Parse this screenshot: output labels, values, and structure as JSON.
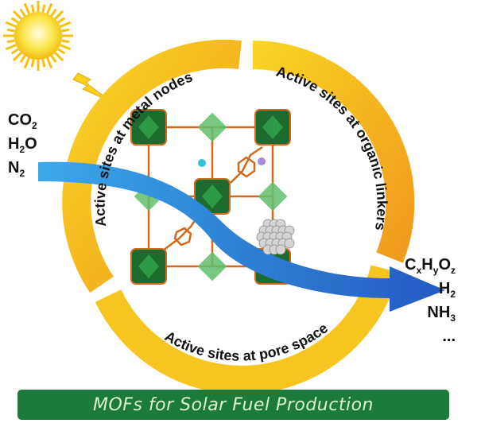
{
  "ring_labels": {
    "metal_nodes": "Active sites at metal nodes",
    "organic_linkers": "Active sites at organic linkers",
    "pore_space": "Active sites at pore space"
  },
  "reactants": [
    {
      "base": "CO",
      "sub": "2",
      "tail": ""
    },
    {
      "base": "H",
      "sub": "2",
      "tail": "O"
    },
    {
      "base": "N",
      "sub": "2",
      "tail": ""
    }
  ],
  "products": {
    "fuel": {
      "c": "C",
      "x": "x",
      "h": "H",
      "y": "y",
      "o": "O",
      "z": "z"
    },
    "hydrogen": {
      "base": "H",
      "sub": "2"
    },
    "ammonia": {
      "base": "NH",
      "sub": "3"
    },
    "more": "..."
  },
  "banner": "MOFs for Solar Fuel Production",
  "colors": {
    "ring": "#f5b81c",
    "ring_edge": "#ee8a1e",
    "arrow": "#2a7fd6",
    "banner": "#1b7a3c",
    "node_dark": "#1d6b2e",
    "node_light": "#5dbb6a",
    "linker": "#d2691e"
  }
}
